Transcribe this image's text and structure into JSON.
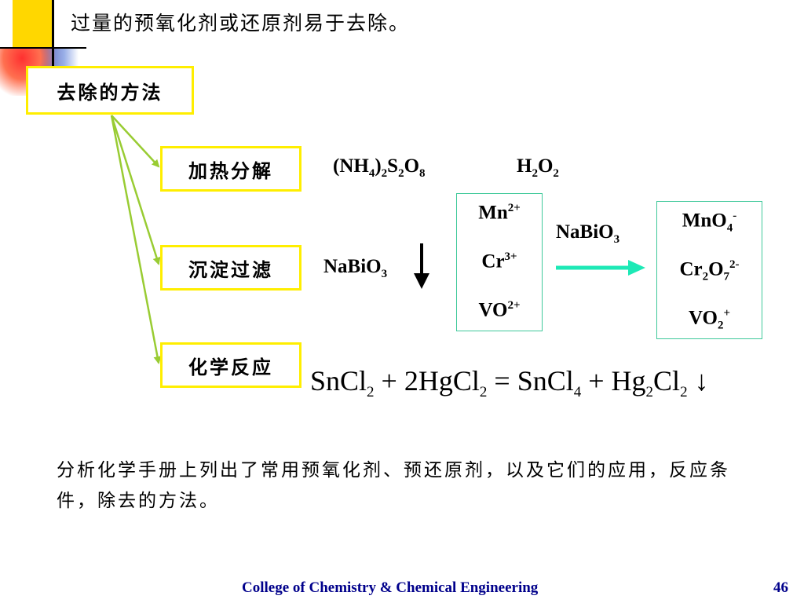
{
  "header": {
    "title": "过量的预氧化剂或还原剂易于去除。"
  },
  "methods": {
    "heading": "去除的方法",
    "items": [
      {
        "label": "加热分解"
      },
      {
        "label": "沉淀过滤"
      },
      {
        "label": "化学反应"
      }
    ]
  },
  "heat_oxidants": {
    "persulfate": {
      "open": "(NH",
      "s1": "4",
      "close": ")",
      "s2": "2",
      "s": "S",
      "s3": "2",
      "o": "O",
      "s4": "8"
    },
    "peroxide": {
      "h": "H",
      "s1": "2",
      "o": "O",
      "s2": "2"
    }
  },
  "precip": {
    "reagent_base": "NaBiO",
    "reagent_sub": "3"
  },
  "ions_before": [
    {
      "base": "Mn",
      "charge": "2+"
    },
    {
      "base": "Cr",
      "charge": "3+"
    },
    {
      "base": "VO",
      "charge": "2+"
    }
  ],
  "conversion": {
    "reagent_base": "NaBiO",
    "reagent_sub": "3"
  },
  "ions_after": {
    "mno4": {
      "base": "MnO",
      "sub": "4",
      "charge": "-"
    },
    "cr2o7": {
      "a": "Cr",
      "sub1": "2",
      "b": "O",
      "sub2": "7",
      "charge": "2-"
    },
    "vo2": {
      "base": "VO",
      "sub": "2",
      "charge": "+"
    }
  },
  "equation": {
    "t1": "SnCl",
    "s1": "2",
    "op1": "+",
    "t2": "2HgCl",
    "s2": "2",
    "eq": "=",
    "t3": "SnCl",
    "s3": "4",
    "op2": "+",
    "t4": "Hg",
    "s4": "2",
    "t5": "Cl",
    "s5": "2",
    "arrow": "↓"
  },
  "summary": "分析化学手册上列出了常用预氧化剂、预还原剂，以及它们的应用，反应条件，除去的方法。",
  "footer": {
    "text": "College of Chemistry & Chemical Engineering",
    "page": "46"
  },
  "colors": {
    "box_border": "#ffee00",
    "ion_box_border": "#3fc99a",
    "branch_arrow": "#99cc33",
    "reaction_arrow": "#1de9b6",
    "footer": "#00008b"
  }
}
